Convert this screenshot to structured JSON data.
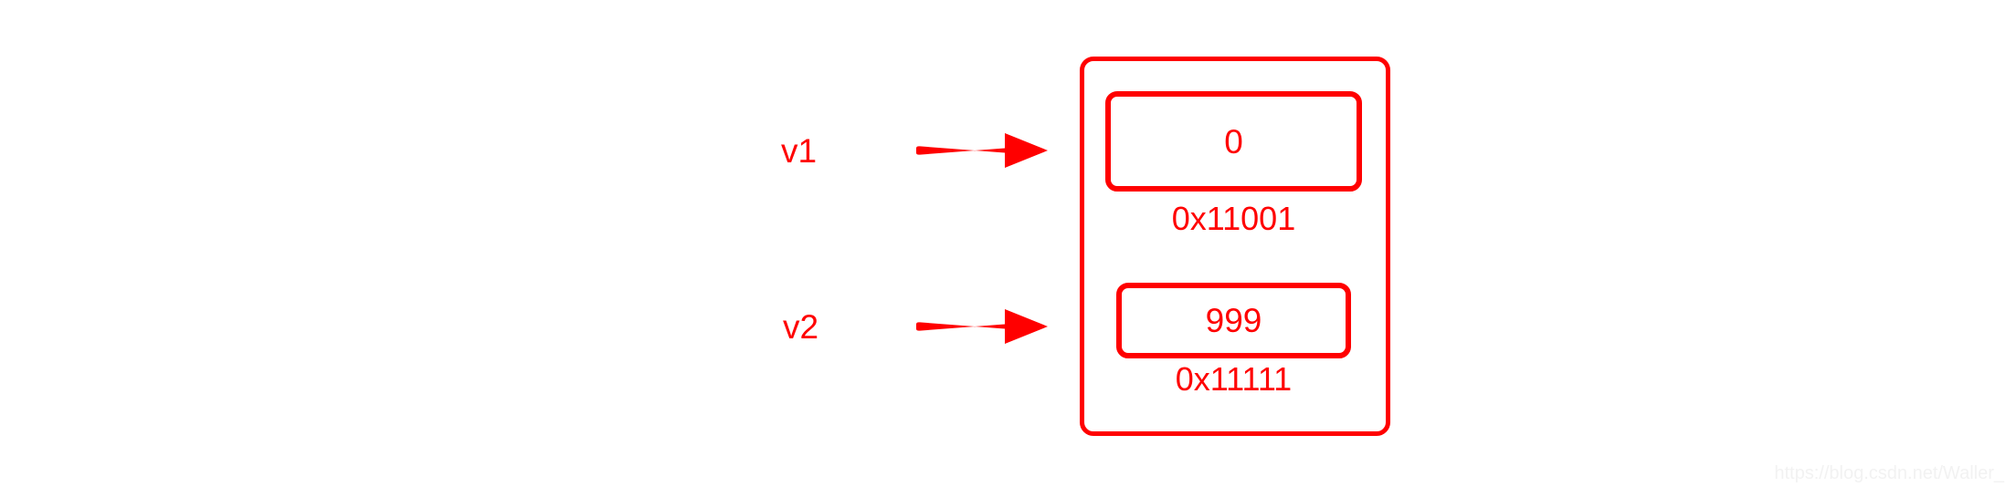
{
  "diagram": {
    "title": "pointer-to-memory-cells",
    "accent_color": "#ff0000",
    "background_color": "#ffffff",
    "pointers": [
      {
        "label": "v1",
        "arrow_icon": "arrow-right-icon",
        "targets_cell": 0
      },
      {
        "label": "v2",
        "arrow_icon": "arrow-right-icon",
        "targets_cell": 1
      }
    ],
    "memory_block": {
      "cells": [
        {
          "value": "0",
          "address": "0x11001"
        },
        {
          "value": "999",
          "address": "0x11111"
        }
      ]
    }
  },
  "watermark": {
    "text": "https://blog.csdn.net/Waller_"
  }
}
